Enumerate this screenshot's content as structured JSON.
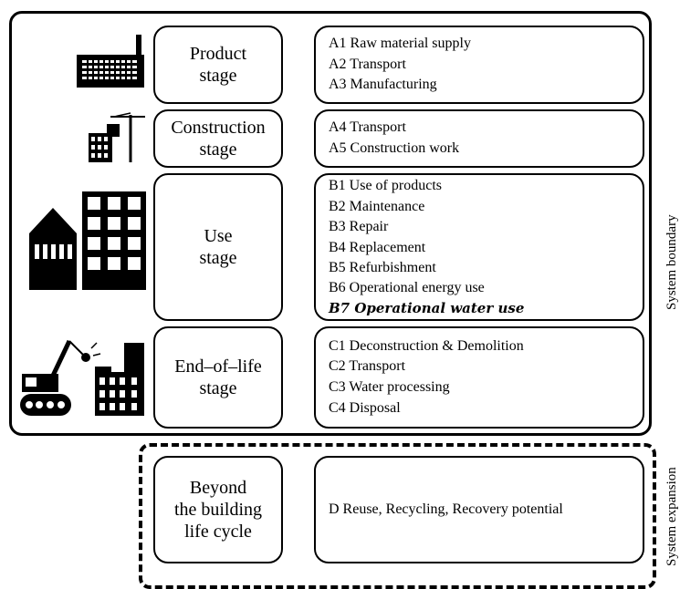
{
  "stages": [
    {
      "label_lines": [
        "Product",
        "stage"
      ],
      "modules": [
        "A1 Raw material supply",
        "A2 Transport",
        "A3 Manufacturing"
      ]
    },
    {
      "label_lines": [
        "Construction",
        "stage"
      ],
      "modules": [
        "A4 Transport",
        "A5 Construction work"
      ]
    },
    {
      "label_lines": [
        "Use",
        "stage"
      ],
      "modules": [
        "B1 Use of products",
        "B2 Maintenance",
        "B3 Repair",
        "B4 Replacement",
        "B5 Refurbishment",
        "B6 Operational energy use",
        "B7 Operational water use"
      ]
    },
    {
      "label_lines": [
        "End–of–life",
        "stage"
      ],
      "modules": [
        "C1 Deconstruction & Demolition",
        "C2 Transport",
        "C3 Water processing",
        "C4 Disposal"
      ]
    }
  ],
  "beyond": {
    "label_lines": [
      "Beyond",
      "the building",
      "life cycle"
    ],
    "module": "D Reuse, Recycling, Recovery potential"
  },
  "side_labels": {
    "boundary": "System boundary",
    "expansion": "System expansion"
  },
  "icons": [
    "factory-icon",
    "crane-building-icon",
    "city-buildings-icon",
    "demolition-excavator-icon"
  ],
  "highlight_module": "B7 Operational water use"
}
